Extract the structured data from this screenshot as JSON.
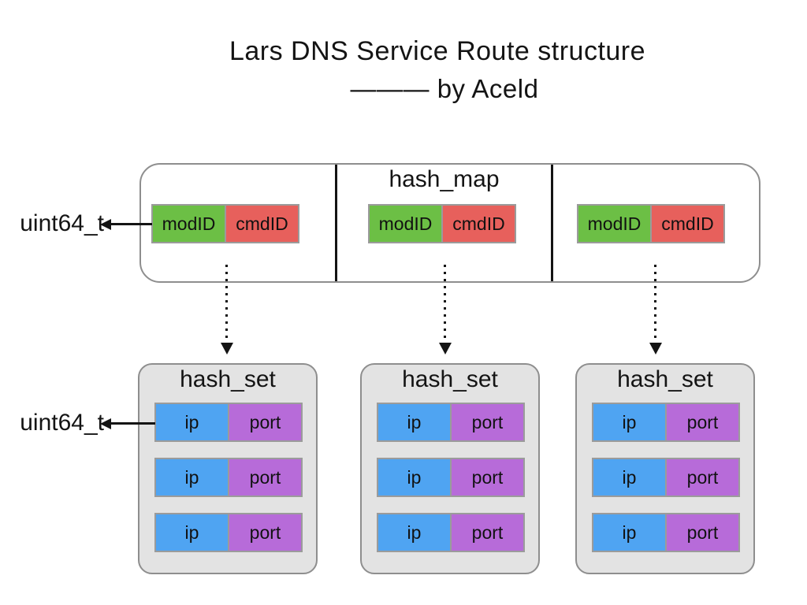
{
  "title": {
    "line1": "Lars DNS Service Route structure",
    "line2": "——— by Aceld"
  },
  "annotations": {
    "uint64_top": "uint64_t",
    "uint64_bottom": "uint64_t"
  },
  "hash_map": {
    "label": "hash_map",
    "entries": [
      {
        "mod": "modID",
        "cmd": "cmdID"
      },
      {
        "mod": "modID",
        "cmd": "cmdID"
      },
      {
        "mod": "modID",
        "cmd": "cmdID"
      }
    ]
  },
  "hash_sets": [
    {
      "label": "hash_set",
      "rows": [
        {
          "ip": "ip",
          "port": "port"
        },
        {
          "ip": "ip",
          "port": "port"
        },
        {
          "ip": "ip",
          "port": "port"
        }
      ]
    },
    {
      "label": "hash_set",
      "rows": [
        {
          "ip": "ip",
          "port": "port"
        },
        {
          "ip": "ip",
          "port": "port"
        },
        {
          "ip": "ip",
          "port": "port"
        }
      ]
    },
    {
      "label": "hash_set",
      "rows": [
        {
          "ip": "ip",
          "port": "port"
        },
        {
          "ip": "ip",
          "port": "port"
        },
        {
          "ip": "ip",
          "port": "port"
        }
      ]
    }
  ],
  "colors": {
    "mod_green": "#6cbf45",
    "cmd_red": "#e7605c",
    "ip_blue": "#4fa4f2",
    "port_purple": "#b76bd9",
    "set_fill": "#e3e3e3",
    "container_border": "#8e8e8e",
    "box_border": "#9b9b9b",
    "ink": "#141414"
  }
}
